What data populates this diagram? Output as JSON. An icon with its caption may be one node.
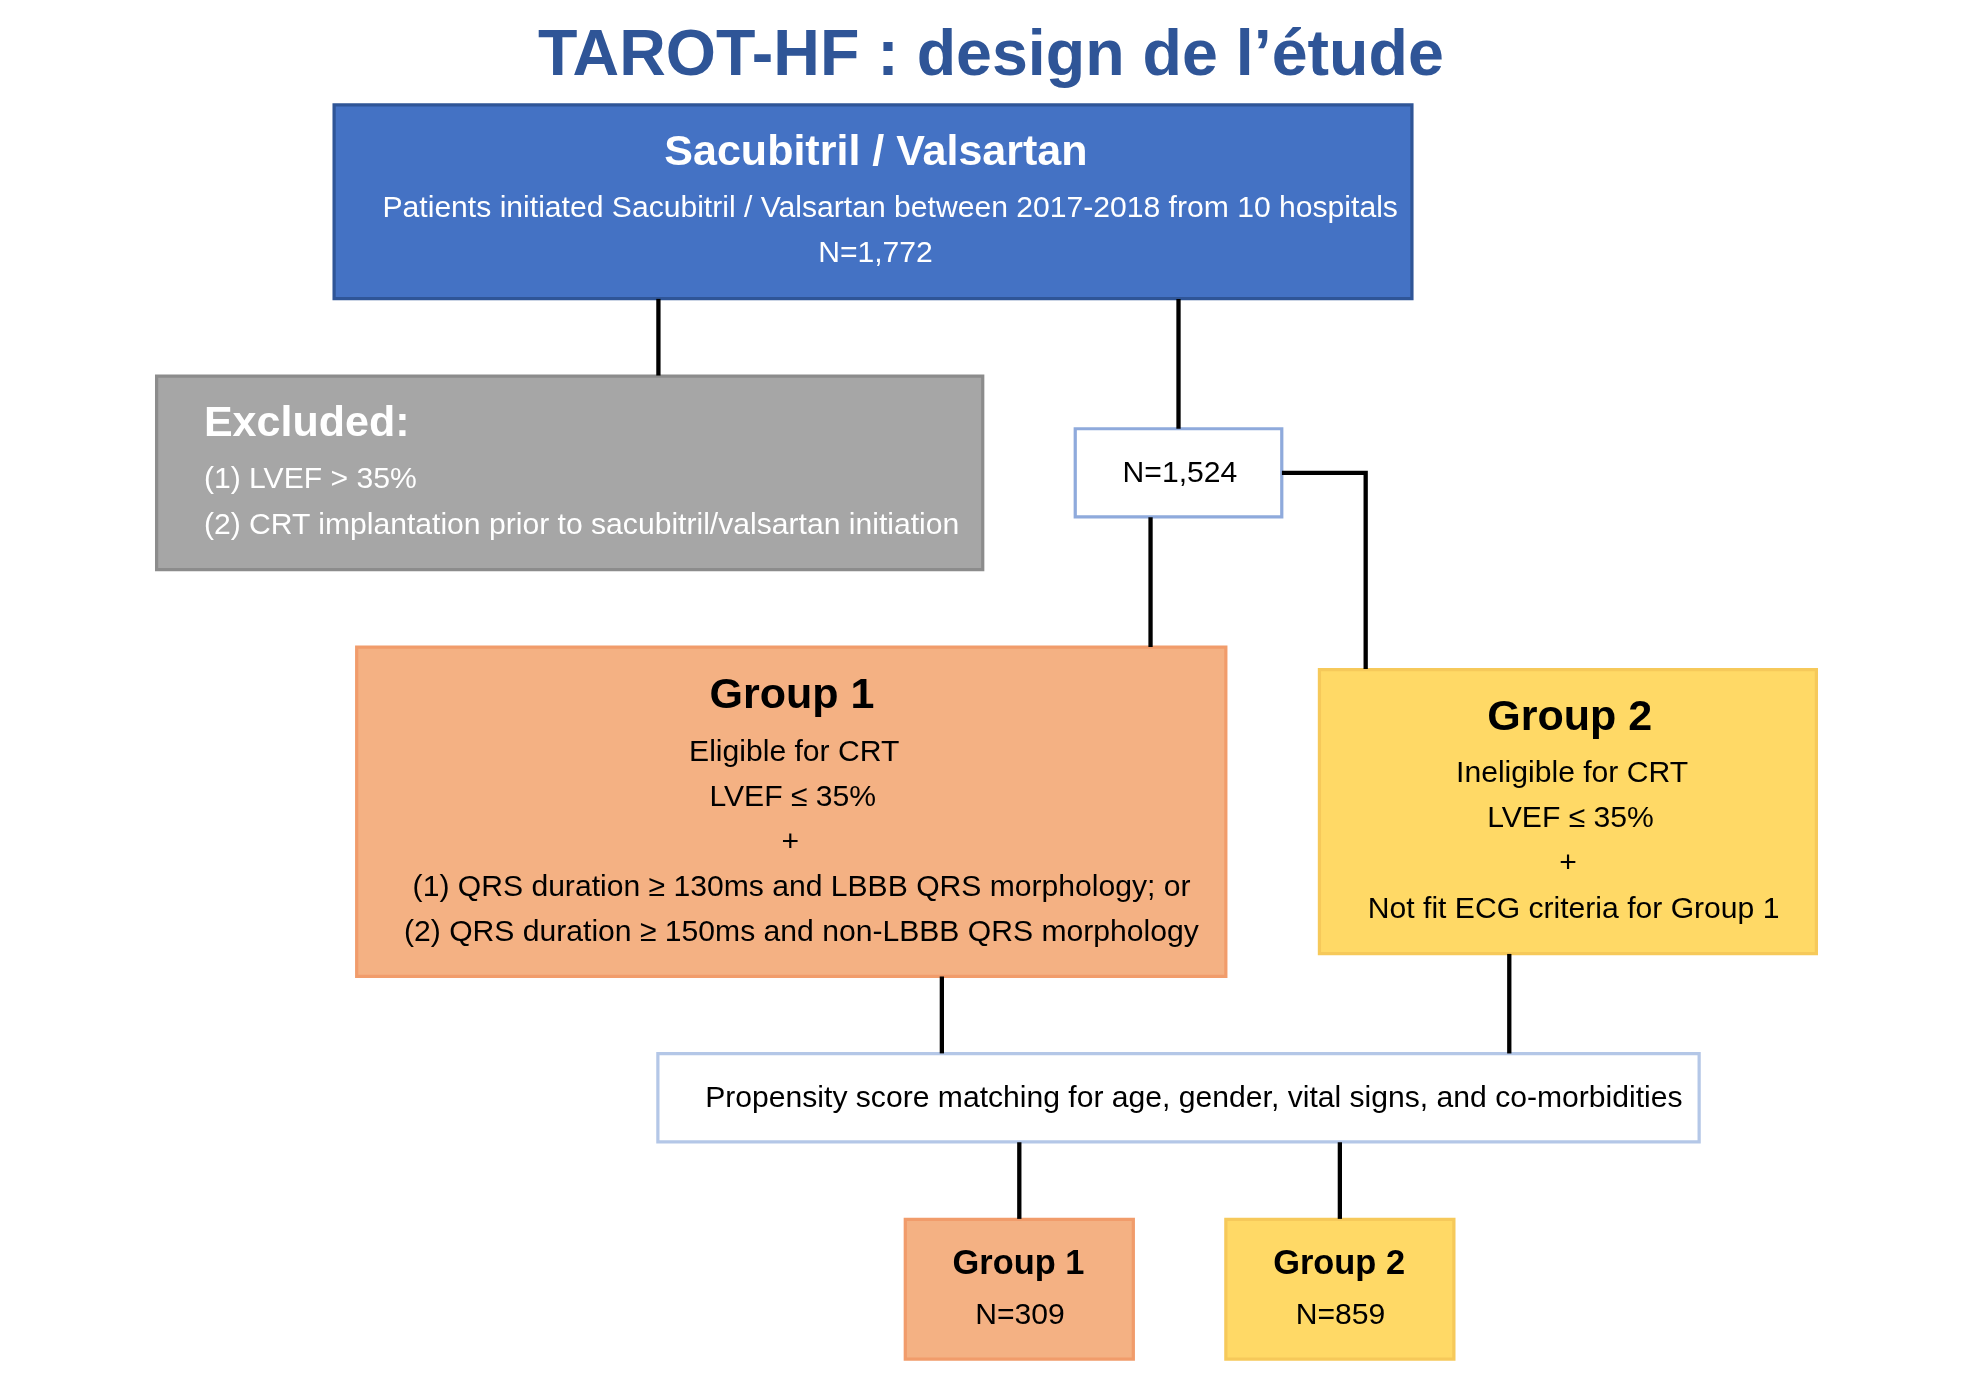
{
  "diagram": {
    "title": "TAROT-HF : design de l’étude",
    "nodes": [
      {
        "text": [
          "Sacubitril / Valsartan",
          "Patients initiated Sacubitril / Valsartan between 2017-2018 from 10 hospitals",
          "N=1,772"
        ]
      },
      {
        "text": [
          "Excluded:",
          "(1) LVEF > 35%",
          "(2) CRT implantation prior to sacubitril/valsartan initiation"
        ]
      },
      {
        "text": [
          "N=1,524"
        ]
      },
      {
        "text": [
          "Group 1",
          "Eligible for CRT",
          "LVEF ≤ 35%",
          "+",
          "(1) QRS duration ≥ 130ms and LBBB QRS morphology; or",
          "(2) QRS duration ≥ 150ms and non-LBBB QRS morphology"
        ]
      },
      {
        "text": [
          "Group 2",
          "Ineligible for CRT",
          "LVEF ≤ 35%",
          "+",
          "Not fit ECG criteria for Group 1"
        ]
      },
      {
        "text": [
          "Propensity score matching for age, gender, vital signs, and co-morbidities"
        ]
      },
      {
        "text": [
          "Group 1",
          "N=309"
        ]
      },
      {
        "text": [
          "Group 2",
          "N=859"
        ]
      }
    ],
    "edges": [
      {
        "from": 0,
        "to": 2,
        "arrow": "none"
      },
      {
        "from": 0,
        "to": 1,
        "arrow": "none"
      },
      {
        "from": 2,
        "to": 3,
        "arrow": "none"
      },
      {
        "from": 2,
        "to": 4,
        "arrow": "none"
      },
      {
        "from": 3,
        "to": 5,
        "arrow": "none"
      },
      {
        "from": 4,
        "to": 5,
        "arrow": "none"
      },
      {
        "from": 5,
        "to": 6,
        "arrow": "none"
      },
      {
        "from": 5,
        "to": 7,
        "arrow": "none"
      }
    ]
  }
}
